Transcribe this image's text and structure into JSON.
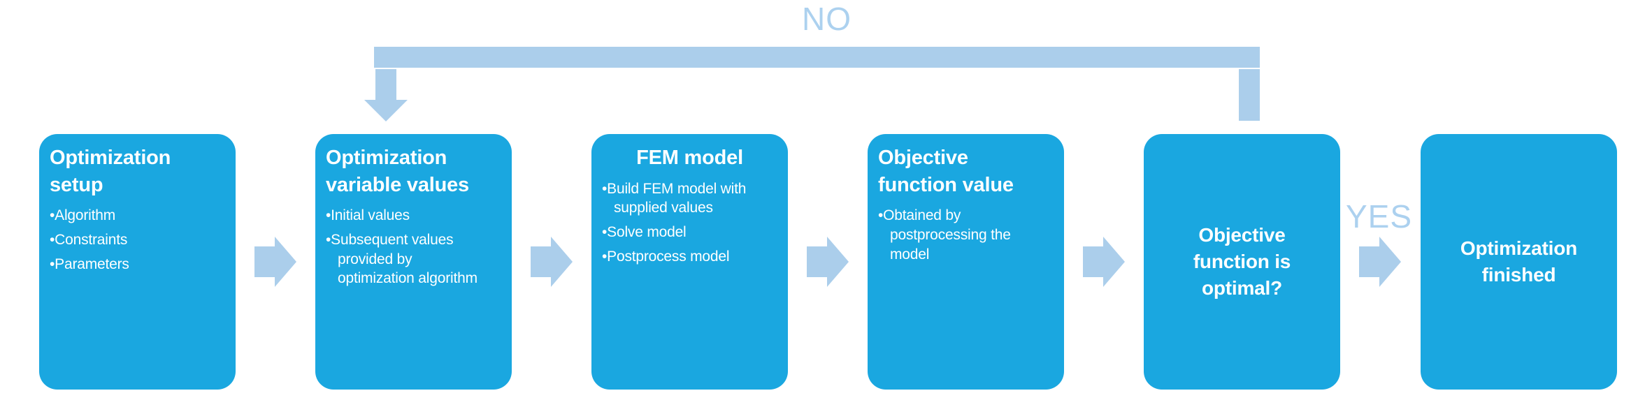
{
  "diagram": {
    "colors": {
      "box_fill": "#1AA7E0",
      "connector": "#ABCEEB",
      "label": "#ACD1EF",
      "text": "#FFFFFF"
    },
    "labels": {
      "no": "NO",
      "yes": "YES"
    },
    "boxes": [
      {
        "title": "Optimization setup",
        "bullets": [
          "Algorithm",
          "Constraints",
          "Parameters"
        ]
      },
      {
        "title": "Optimization variable values",
        "bullets": [
          "Initial values",
          "Subsequent values provided by optimization algorithm"
        ]
      },
      {
        "title": "FEM model",
        "bullets": [
          "Build FEM model with supplied values",
          "Solve model",
          "Postprocess model"
        ]
      },
      {
        "title": "Objective function value",
        "bullets": [
          "Obtained by postprocessing the model"
        ]
      },
      {
        "title": "Objective function is optimal?",
        "bullets": []
      },
      {
        "title": "Optimization finished",
        "bullets": []
      }
    ]
  }
}
